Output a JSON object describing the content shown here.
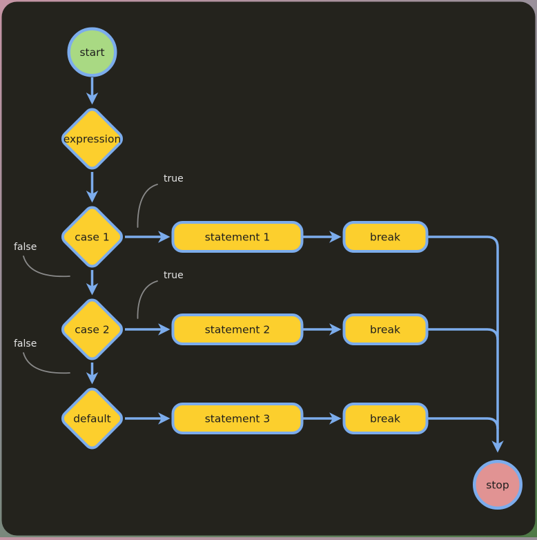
{
  "diagram": {
    "type": "flowchart",
    "description": "switch statement control flow",
    "colors": {
      "background": "#24231d",
      "node_yellow": "#fccf2d",
      "node_green": "#a9d983",
      "node_red": "#e19393",
      "stroke_blue": "#7cacec",
      "label_gray": "#8a8a8a",
      "label_text": "#e3e3e3",
      "node_text": "#1d1d1d"
    },
    "nodes": {
      "start": {
        "label": "start",
        "type": "terminator-circle",
        "fill": "green"
      },
      "expression": {
        "label": "expression",
        "type": "decision-diamond",
        "fill": "yellow"
      },
      "case1": {
        "label": "case 1",
        "type": "decision-diamond",
        "fill": "yellow"
      },
      "case2": {
        "label": "case 2",
        "type": "decision-diamond",
        "fill": "yellow"
      },
      "default": {
        "label": "default",
        "type": "decision-diamond",
        "fill": "yellow"
      },
      "statement1": {
        "label": "statement 1",
        "type": "process-box",
        "fill": "yellow"
      },
      "statement2": {
        "label": "statement 2",
        "type": "process-box",
        "fill": "yellow"
      },
      "statement3": {
        "label": "statement 3",
        "type": "process-box",
        "fill": "yellow"
      },
      "break1": {
        "label": "break",
        "type": "process-box",
        "fill": "yellow"
      },
      "break2": {
        "label": "break",
        "type": "process-box",
        "fill": "yellow"
      },
      "break3": {
        "label": "break",
        "type": "process-box",
        "fill": "yellow"
      },
      "stop": {
        "label": "stop",
        "type": "terminator-circle",
        "fill": "red"
      }
    },
    "edge_labels": {
      "case1_true": "true",
      "case1_false": "false",
      "case2_true": "true",
      "case2_false": "false"
    },
    "edges": [
      {
        "from": "start",
        "to": "expression"
      },
      {
        "from": "expression",
        "to": "case1"
      },
      {
        "from": "case1",
        "to": "statement1",
        "label": "true"
      },
      {
        "from": "case1",
        "to": "case2",
        "label": "false"
      },
      {
        "from": "case2",
        "to": "statement2",
        "label": "true"
      },
      {
        "from": "case2",
        "to": "default",
        "label": "false"
      },
      {
        "from": "default",
        "to": "statement3"
      },
      {
        "from": "statement1",
        "to": "break1"
      },
      {
        "from": "statement2",
        "to": "break2"
      },
      {
        "from": "statement3",
        "to": "break3"
      },
      {
        "from": "break1",
        "to": "stop"
      },
      {
        "from": "break2",
        "to": "stop"
      },
      {
        "from": "break3",
        "to": "stop"
      }
    ]
  }
}
